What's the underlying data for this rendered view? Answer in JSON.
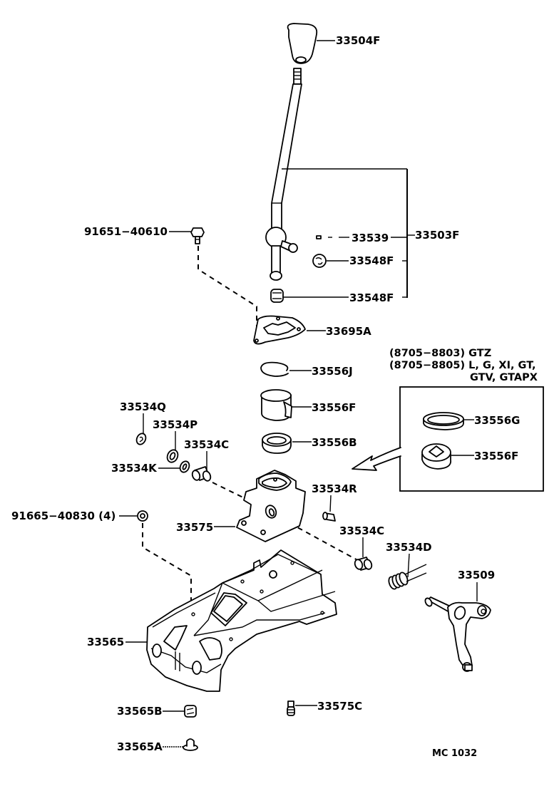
{
  "diagram": {
    "title_code": "MC 1032",
    "variant_note": {
      "line1": "(8705−8803) GTZ",
      "line2": "(8705−8805) L, G, XI, GT,",
      "line3": "GTV, GTAPX"
    },
    "parts": {
      "knob": "33504F",
      "lever_assembly": "33503F",
      "pin": "33539",
      "ball_seat_upper": "33548F",
      "ball_seat_lower": "33548F",
      "bolt_top": "91651−40610",
      "cover_plate": "33695A",
      "snap_ring": "33556J",
      "bushing": "33556F",
      "seat": "33556B",
      "alt_ring": "33556G",
      "alt_bushing": "33556F",
      "clip_q": "33534Q",
      "washer_p": "33534P",
      "collar_c_left": "33534C",
      "washer_k": "33534K",
      "nut": "91665−40830 (4)",
      "housing": "33575",
      "pin_r": "33534R",
      "collar_c_right": "33534C",
      "spring": "33534D",
      "shift_lever_arm": "33509",
      "base": "33565",
      "cushion_b": "33565B",
      "cushion_a": "33565A",
      "bolt_c": "33575C"
    }
  }
}
